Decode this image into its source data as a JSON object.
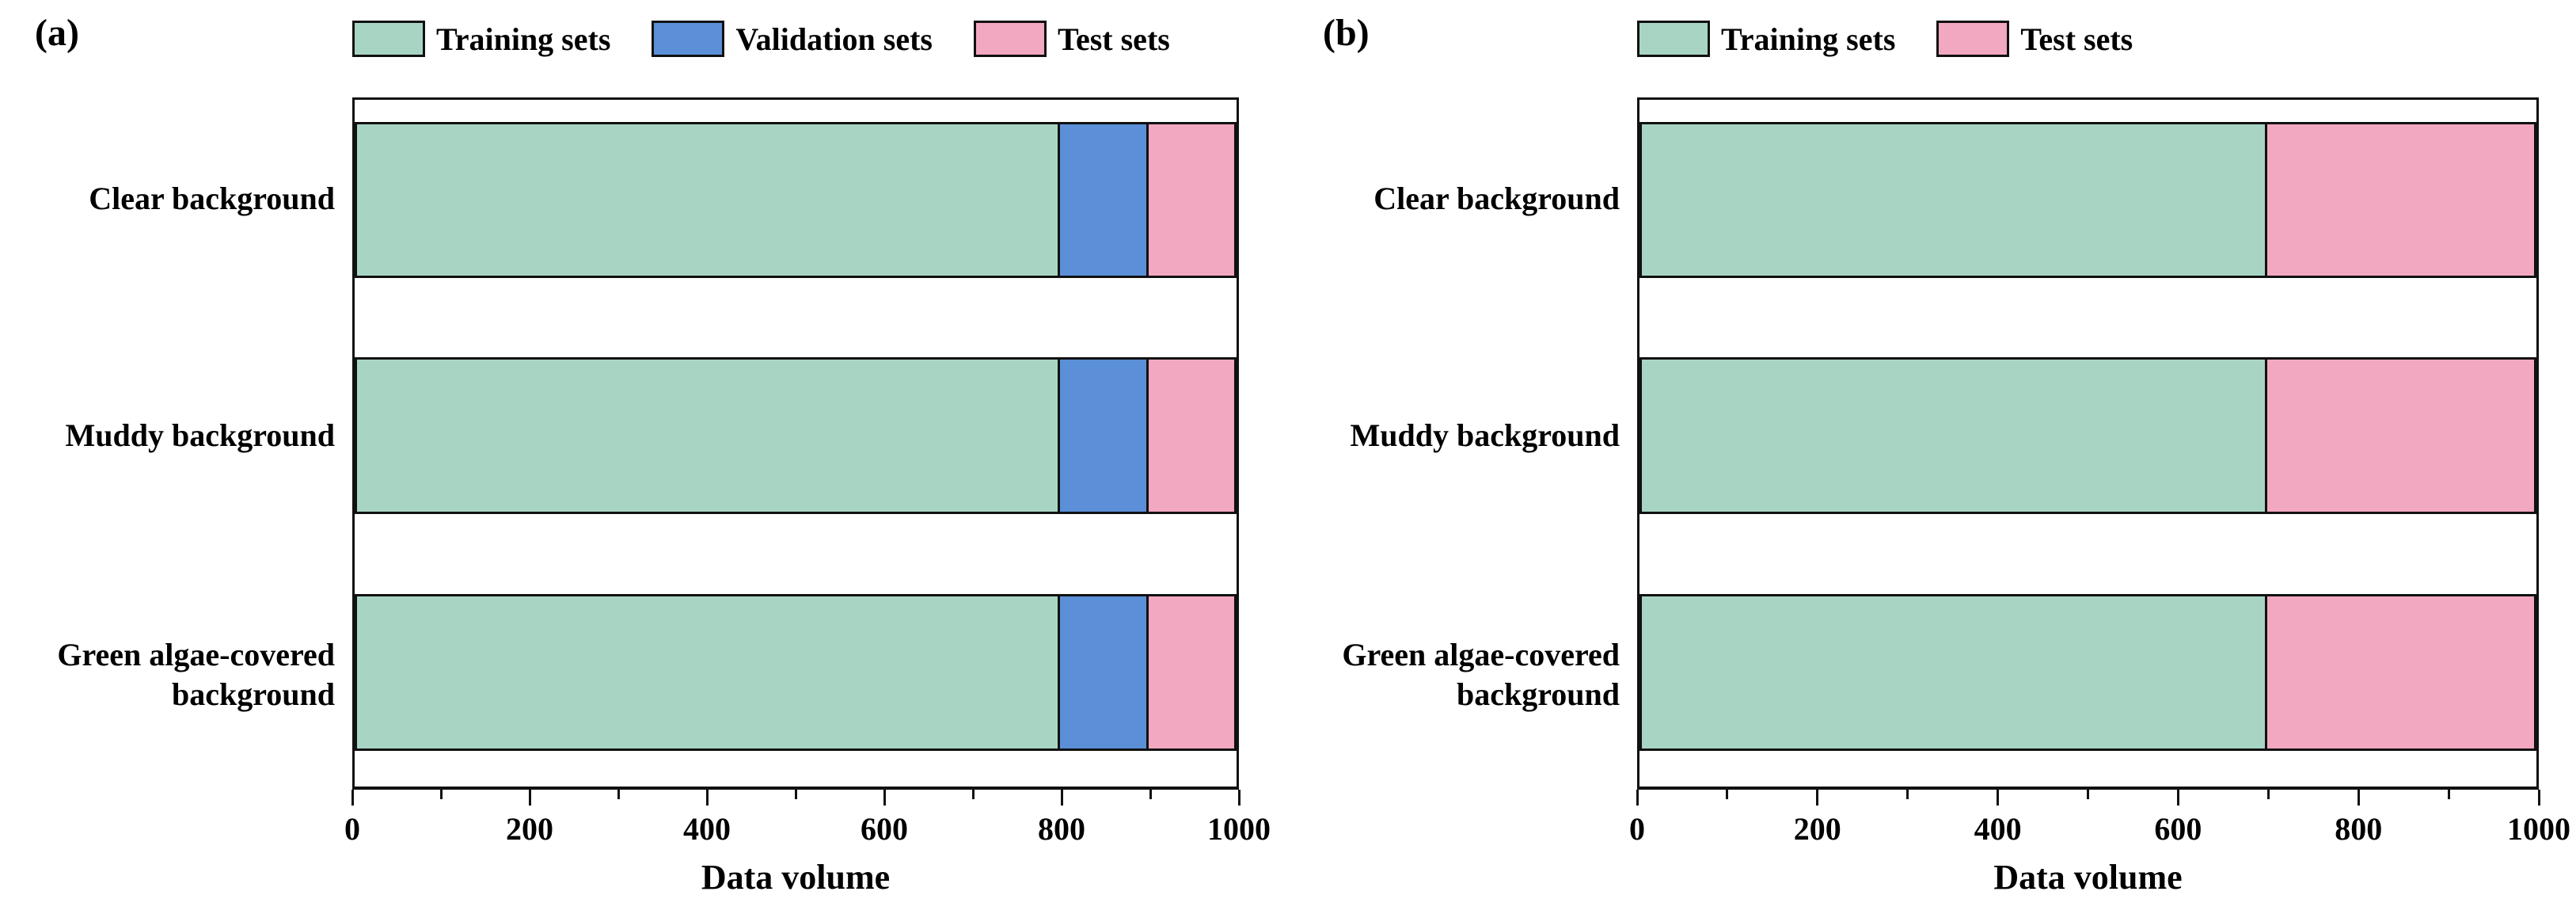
{
  "figure": {
    "background": "#ffffff",
    "axis_color": "#111111"
  },
  "chart_data": [
    {
      "type": "bar",
      "orientation": "horizontal",
      "stacked": true,
      "panel_tag": "(a)",
      "categories": [
        "Clear background",
        "Muddy background",
        "Green algae-covered background"
      ],
      "series": [
        {
          "name": "Training sets",
          "color": "#A8D5C3",
          "values": [
            800,
            800,
            800
          ]
        },
        {
          "name": "Validation sets",
          "color": "#5B8FD8",
          "values": [
            100,
            100,
            100
          ]
        },
        {
          "name": "Test sets",
          "color": "#F2A8C0",
          "values": [
            100,
            100,
            100
          ]
        }
      ],
      "xlabel": "Data volume",
      "xlim": [
        0,
        1000
      ],
      "xticks": [
        0,
        200,
        400,
        600,
        800,
        1000
      ],
      "minor_tick_step": 100,
      "legend_position": "above",
      "grid": false,
      "bar_edge_color": "#111111"
    },
    {
      "type": "bar",
      "orientation": "horizontal",
      "stacked": true,
      "panel_tag": "(b)",
      "categories": [
        "Clear background",
        "Muddy background",
        "Green algae-covered background"
      ],
      "series": [
        {
          "name": "Training sets",
          "color": "#A8D5C3",
          "values": [
            700,
            700,
            700
          ]
        },
        {
          "name": "Test sets",
          "color": "#F2A8C0",
          "values": [
            300,
            300,
            300
          ]
        }
      ],
      "xlabel": "Data volume",
      "xlim": [
        0,
        1000
      ],
      "xticks": [
        0,
        200,
        400,
        600,
        800,
        1000
      ],
      "minor_tick_step": 100,
      "legend_position": "above",
      "grid": false,
      "bar_edge_color": "#111111"
    }
  ]
}
